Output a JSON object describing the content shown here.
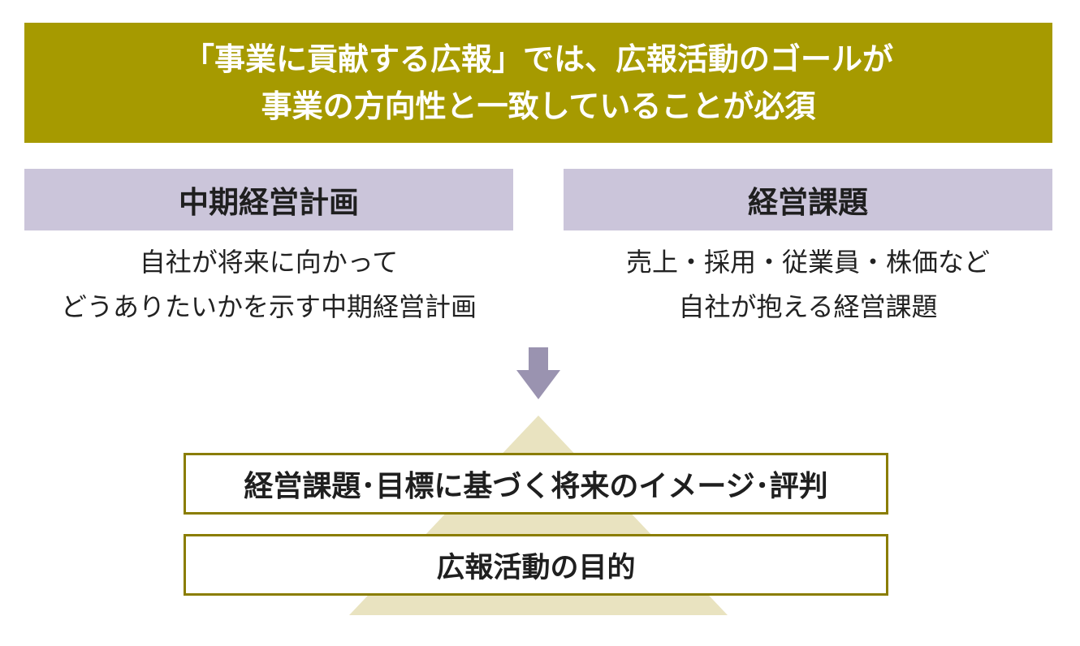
{
  "banner": {
    "line1": "「事業に貢献する広報」では、広報活動のゴールが",
    "line2": "事業の方向性と一致していることが必須"
  },
  "left_column": {
    "title": "中期経営計画",
    "desc_line1": "自社が将来に向かって",
    "desc_line2": "どうありたいかを示す中期経営計画"
  },
  "right_column": {
    "title": "経営課題",
    "desc_line1": "売上・採用・従業員・株価など",
    "desc_line2": "自社が抱える経営課題"
  },
  "pyramid": {
    "upper_label": "経営課題･目標に基づく将来のイメージ･評判",
    "lower_label": "広報活動の目的"
  },
  "colors": {
    "banner_bg": "#a69a00",
    "header_bg": "#cbc5da",
    "arrow": "#9a93b0",
    "pyramid": "#e9e3c0",
    "box_border": "#8a7d00"
  },
  "icons": {
    "arrow": "arrow-down-icon"
  }
}
